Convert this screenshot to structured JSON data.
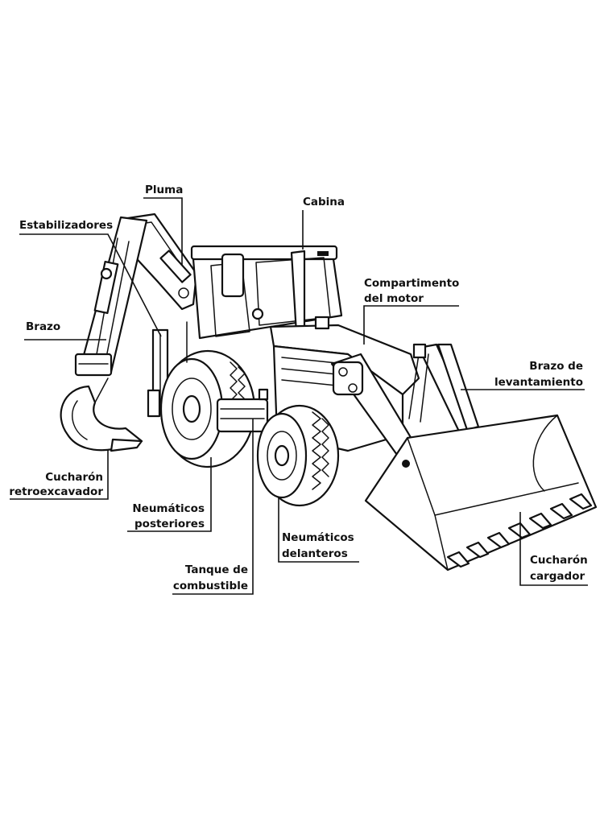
{
  "diagram": {
    "labels": {
      "pluma": "Pluma",
      "estabilizadores": "Estabilizadores",
      "cabina": "Cabina",
      "brazo": "Brazo",
      "compartimento_1": "Compartimento",
      "compartimento_2": "del motor",
      "brazo_lev_1": "Brazo de",
      "brazo_lev_2": "levantamiento",
      "cucharon_retro_1": "Cucharón",
      "cucharon_retro_2": "retroexcavador",
      "neum_post_1": "Neumáticos",
      "neum_post_2": "posteriores",
      "neum_del_1": "Neumáticos",
      "neum_del_2": "delanteros",
      "tanque_1": "Tanque de",
      "tanque_2": "combustible",
      "cucharon_carg_1": "Cucharón",
      "cucharon_carg_2": "cargador"
    },
    "colors": {
      "line": "#111111",
      "background": "#ffffff"
    }
  }
}
